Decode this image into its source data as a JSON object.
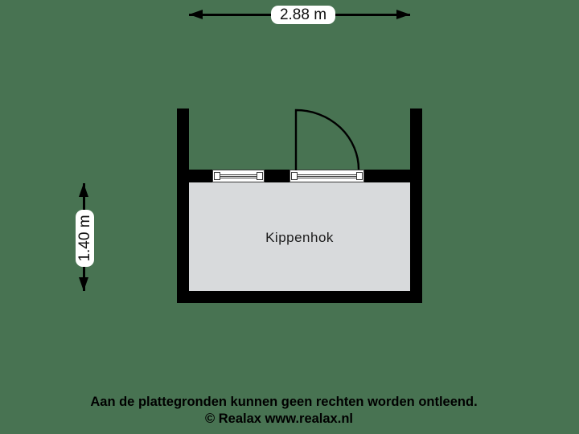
{
  "page": {
    "background_color": "#487352"
  },
  "floorplan": {
    "room": {
      "label": "Kippenhok"
    },
    "dimension_width": {
      "label": "2.88 m"
    },
    "dimension_height": {
      "label": "1.40 m"
    },
    "features": {
      "windows": 2,
      "door_swing": "quarter-arc opening inward from top wall"
    },
    "colors": {
      "wall": "#000000",
      "floor": "#d8dadc",
      "dimension_pill_bg": "#ffffff",
      "background": "#487352"
    }
  },
  "footer": {
    "disclaimer": "Aan de plattegronden kunnen geen rechten worden ontleend.",
    "copyright": "© Realax www.realax.nl"
  }
}
